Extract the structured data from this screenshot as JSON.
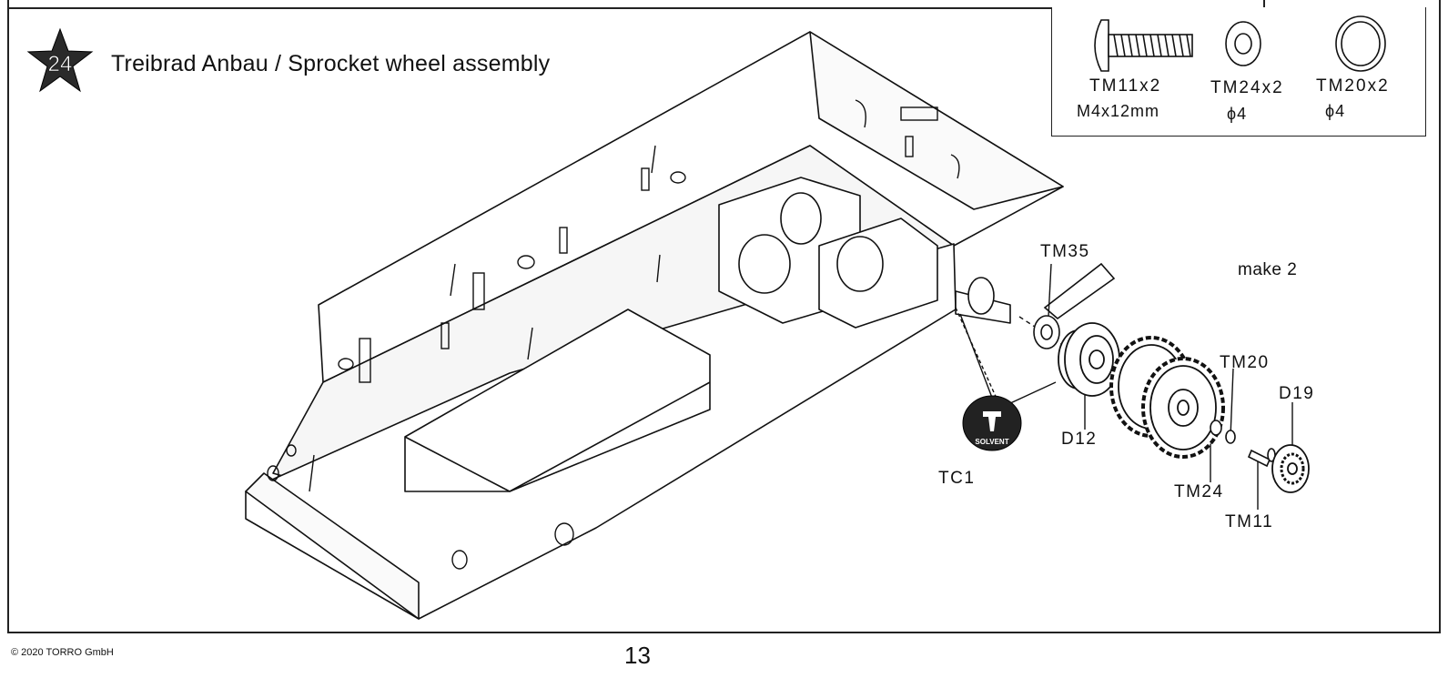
{
  "step": {
    "number": "24",
    "title": "Treibrad Anbau / Sprocket wheel assembly"
  },
  "parts_box": {
    "items": [
      {
        "label": "TM11x2",
        "spec": "M4x12mm",
        "icon": "screw-icon"
      },
      {
        "label": "TM24x2",
        "spec": "ϕ4",
        "icon": "washer-icon"
      },
      {
        "label": "TM20x2",
        "spec": "ϕ4",
        "icon": "ring-icon"
      }
    ]
  },
  "callouts": {
    "tm35": "TM35",
    "make": "make 2",
    "tm20": "TM20",
    "d19": "D19",
    "d12": "D12",
    "tc1": "TC1",
    "tm24": "TM24",
    "tm11": "TM11",
    "solvent": "SOLVENT"
  },
  "footer": {
    "copyright": "2020 TORRO GmbH",
    "page_number": "13"
  }
}
